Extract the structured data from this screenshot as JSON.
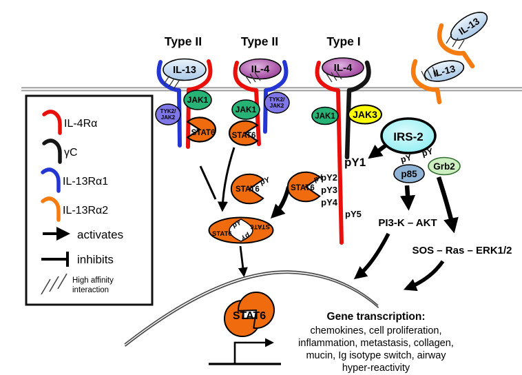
{
  "headers": {
    "type2": "Type II",
    "type1": "Type I"
  },
  "molecules": {
    "il13": "IL-13",
    "il4": "IL-4",
    "jak1": "JAK1",
    "tyk2": "TYK2/",
    "jak2": "JAK2",
    "jak3": "JAK3",
    "stat6": "STAT6",
    "irs2": "IRS-2",
    "p85": "p85",
    "grb2": "Grb2"
  },
  "phospho": {
    "py": "pY",
    "py1": "pY1",
    "py2": "pY2",
    "py3": "pY3",
    "py4": "pY4",
    "py5": "pY5"
  },
  "pathways": {
    "pi3k_akt": "PI3-K – AKT",
    "sos_ras_erk": "SOS – Ras – ERK1/2"
  },
  "gene_transcription": {
    "title": "Gene transcription:",
    "lines": [
      "chemokines, cell proliferation,",
      "inflammation, metastasis, collagen,",
      "mucin, Ig isotype switch, airway",
      "hyper-reactivity"
    ]
  },
  "legend": {
    "receptor_chains": [
      {
        "label": "IL-4Rα",
        "color": "#e90f0b"
      },
      {
        "label": "γC",
        "color": "#151515"
      },
      {
        "label": "IL-13Rα1",
        "color": "#2336d4"
      },
      {
        "label": "IL-13Rα2",
        "color": "#f67c11"
      }
    ],
    "activates": "activates",
    "inhibits": "inhibits",
    "high_affinity": [
      "High affinity",
      "interaction"
    ]
  },
  "colors": {
    "il4ra_red": "#e90f0b",
    "gamma_c_black": "#151515",
    "il13ra1_blue": "#2336d4",
    "il13ra2_orange": "#f67c11",
    "stat6_orange": "#ef6b0e",
    "jak1_green": "#27b376",
    "tyk2jak2_purple": "#7f76e8",
    "jak3_yellow": "#fbfb02",
    "irs2_cyan": "#8deef2",
    "p85_blue": "#8fb3d4",
    "grb2_green": "#cdeec0",
    "il13_ligand_blue": "#bcd6ef",
    "il4_ligand_purple": "#a14a9e",
    "membrane_gray": "#999999",
    "nucleus_line": "#4a4a4a",
    "arrow_black": "#000000"
  }
}
